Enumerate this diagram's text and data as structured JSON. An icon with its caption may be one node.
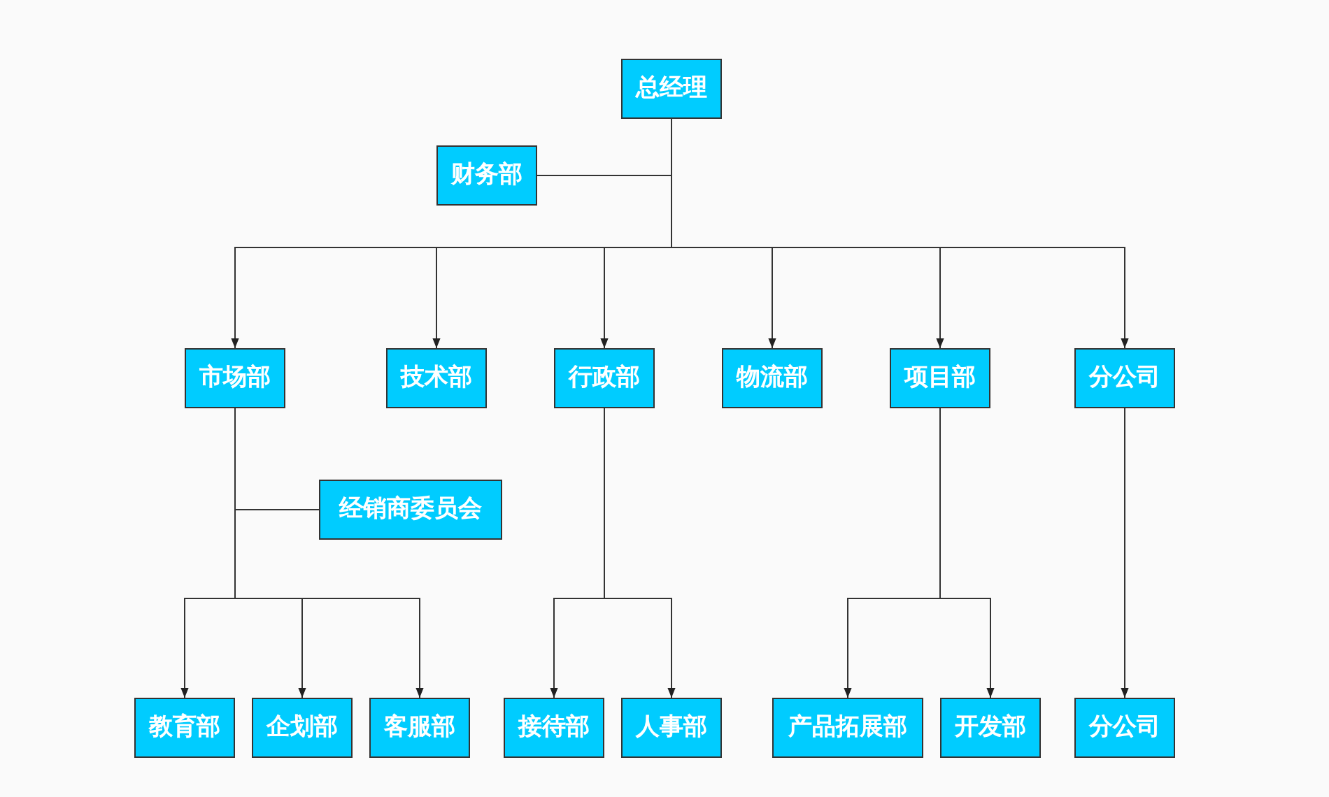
{
  "diagram": {
    "nodes": [
      {
        "text": [
          "总经理"
        ]
      },
      {
        "text": [
          "财务部"
        ]
      },
      {
        "text": [
          "市场部"
        ]
      },
      {
        "text": [
          "技术部"
        ]
      },
      {
        "text": [
          "行政部"
        ]
      },
      {
        "text": [
          "物流部"
        ]
      },
      {
        "text": [
          "项目部"
        ]
      },
      {
        "text": [
          "分公司"
        ]
      },
      {
        "text": [
          "经销商委员会"
        ]
      },
      {
        "text": [
          "教育部"
        ]
      },
      {
        "text": [
          "企划部"
        ]
      },
      {
        "text": [
          "客服部"
        ]
      },
      {
        "text": [
          "接待部"
        ]
      },
      {
        "text": [
          "人事部"
        ]
      },
      {
        "text": [
          "产品拓展部"
        ]
      },
      {
        "text": [
          "开发部"
        ]
      },
      {
        "text": [
          "分公司"
        ]
      }
    ],
    "edges": [
      {
        "from": 1,
        "to": 0,
        "arrow": "none"
      },
      {
        "from": 0,
        "to": 2,
        "arrow": "to"
      },
      {
        "from": 0,
        "to": 3,
        "arrow": "to"
      },
      {
        "from": 0,
        "to": 4,
        "arrow": "to"
      },
      {
        "from": 0,
        "to": 5,
        "arrow": "to"
      },
      {
        "from": 0,
        "to": 6,
        "arrow": "to"
      },
      {
        "from": 0,
        "to": 7,
        "arrow": "to"
      },
      {
        "from": 8,
        "to": 2,
        "arrow": "none"
      },
      {
        "from": 2,
        "to": 9,
        "arrow": "to"
      },
      {
        "from": 2,
        "to": 10,
        "arrow": "to"
      },
      {
        "from": 2,
        "to": 11,
        "arrow": "to"
      },
      {
        "from": 4,
        "to": 12,
        "arrow": "to"
      },
      {
        "from": 4,
        "to": 13,
        "arrow": "to"
      },
      {
        "from": 6,
        "to": 14,
        "arrow": "to"
      },
      {
        "from": 6,
        "to": 15,
        "arrow": "to"
      },
      {
        "from": 7,
        "to": 16,
        "arrow": "to"
      }
    ]
  }
}
